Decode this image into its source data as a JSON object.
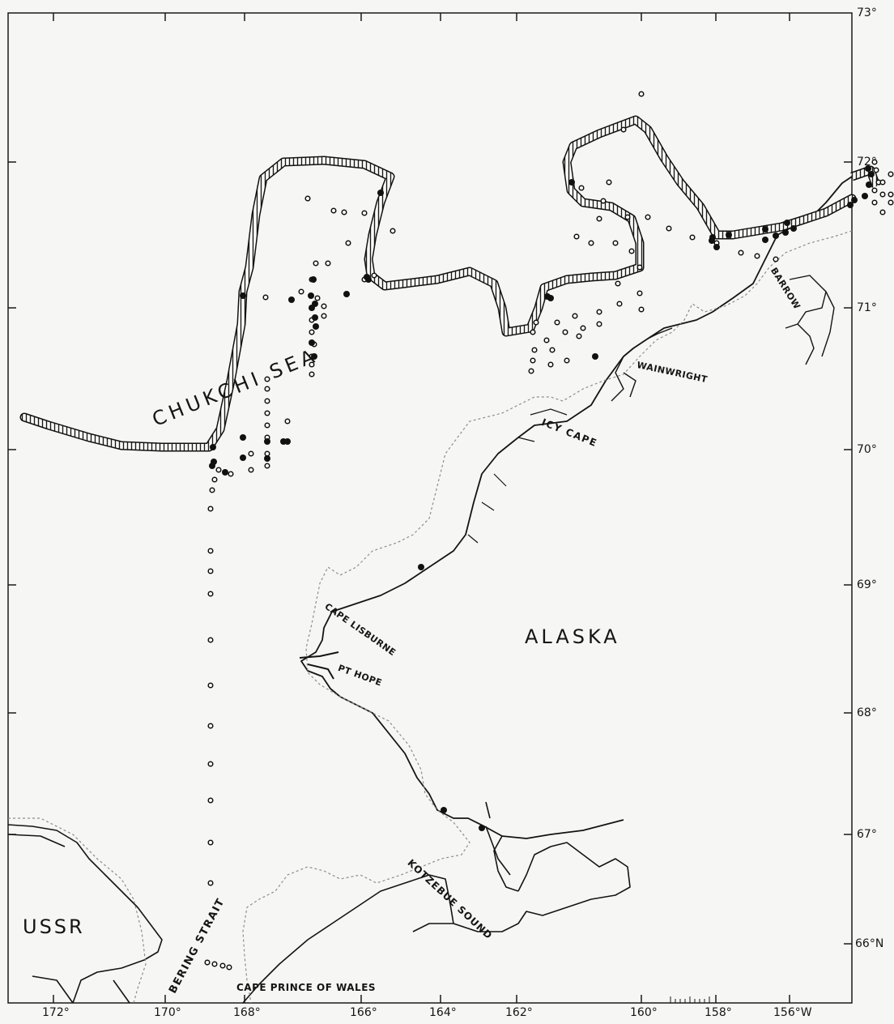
{
  "map": {
    "regions": {
      "alaska": "ALASKA",
      "ussr": "USSR"
    },
    "waters": {
      "chukchi": "CHUKCHI SEA",
      "bering": "BERING STRAIT",
      "kotzebue": "KOTZEBUE SOUND"
    },
    "places": {
      "barrow": "BARROW",
      "wainwright": "WAINWRIGHT",
      "icy_cape": "ICY CAPE",
      "cape_lisburne": "CAPE LISBURNE",
      "pt_hope": "PT HOPE",
      "cape_prince_of_wales": "CAPE PRINCE OF WALES"
    },
    "longitude_ticks": [
      "172°",
      "170°",
      "168°",
      "166°",
      "164°",
      "162°",
      "160°",
      "158°",
      "156°W"
    ],
    "latitude_ticks": [
      "73°",
      "72°",
      "71°",
      "70°",
      "69°",
      "68°",
      "67°",
      "66°N"
    ]
  }
}
